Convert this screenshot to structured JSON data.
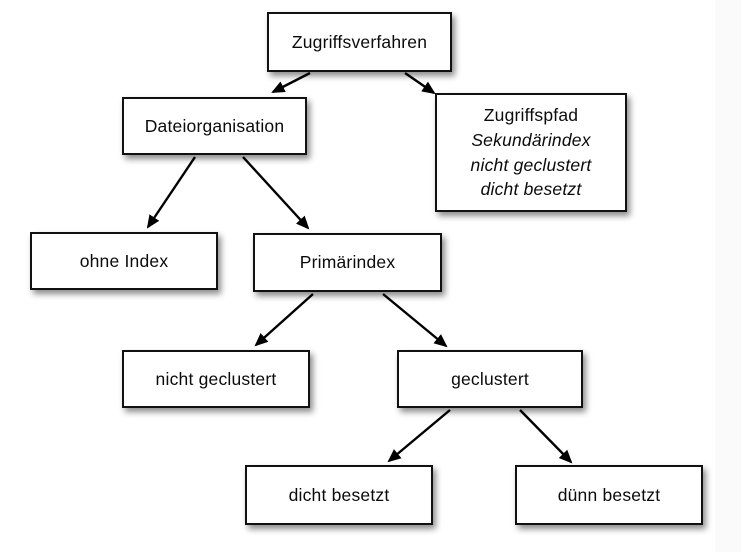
{
  "diagram": {
    "kind": "tree",
    "root": "Zugriffsverfahren",
    "nodes": {
      "zugriffsverfahren": {
        "label": "Zugriffsverfahren"
      },
      "dateiorganisation": {
        "label": "Dateiorganisation"
      },
      "zugriffspfad": {
        "line1": "Zugriffspfad",
        "line2": "Sekundärindex",
        "line3": "nicht geclustert",
        "line4": "dicht besetzt"
      },
      "ohne_index": {
        "label": "ohne Index"
      },
      "primaerindex": {
        "label": "Primärindex"
      },
      "nicht_geclustert": {
        "label": "nicht geclustert"
      },
      "geclustert": {
        "label": "geclustert"
      },
      "dicht_besetzt": {
        "label": "dicht besetzt"
      },
      "duenn_besetzt": {
        "label": "dünn besetzt"
      }
    },
    "edges": [
      {
        "from": "Zugriffsverfahren",
        "to": "Dateiorganisation"
      },
      {
        "from": "Zugriffsverfahren",
        "to": "Zugriffspfad"
      },
      {
        "from": "Dateiorganisation",
        "to": "ohne Index"
      },
      {
        "from": "Dateiorganisation",
        "to": "Primärindex"
      },
      {
        "from": "Primärindex",
        "to": "nicht geclustert"
      },
      {
        "from": "Primärindex",
        "to": "geclustert"
      },
      {
        "from": "geclustert",
        "to": "dicht besetzt"
      },
      {
        "from": "geclustert",
        "to": "dünn besetzt"
      }
    ],
    "colors": {
      "background": "#ffffff",
      "right_band": "#fafafa",
      "box_fill": "#ffffff",
      "box_border": "#111111",
      "arrow": "#000000",
      "text": "#0b0b0b"
    }
  }
}
